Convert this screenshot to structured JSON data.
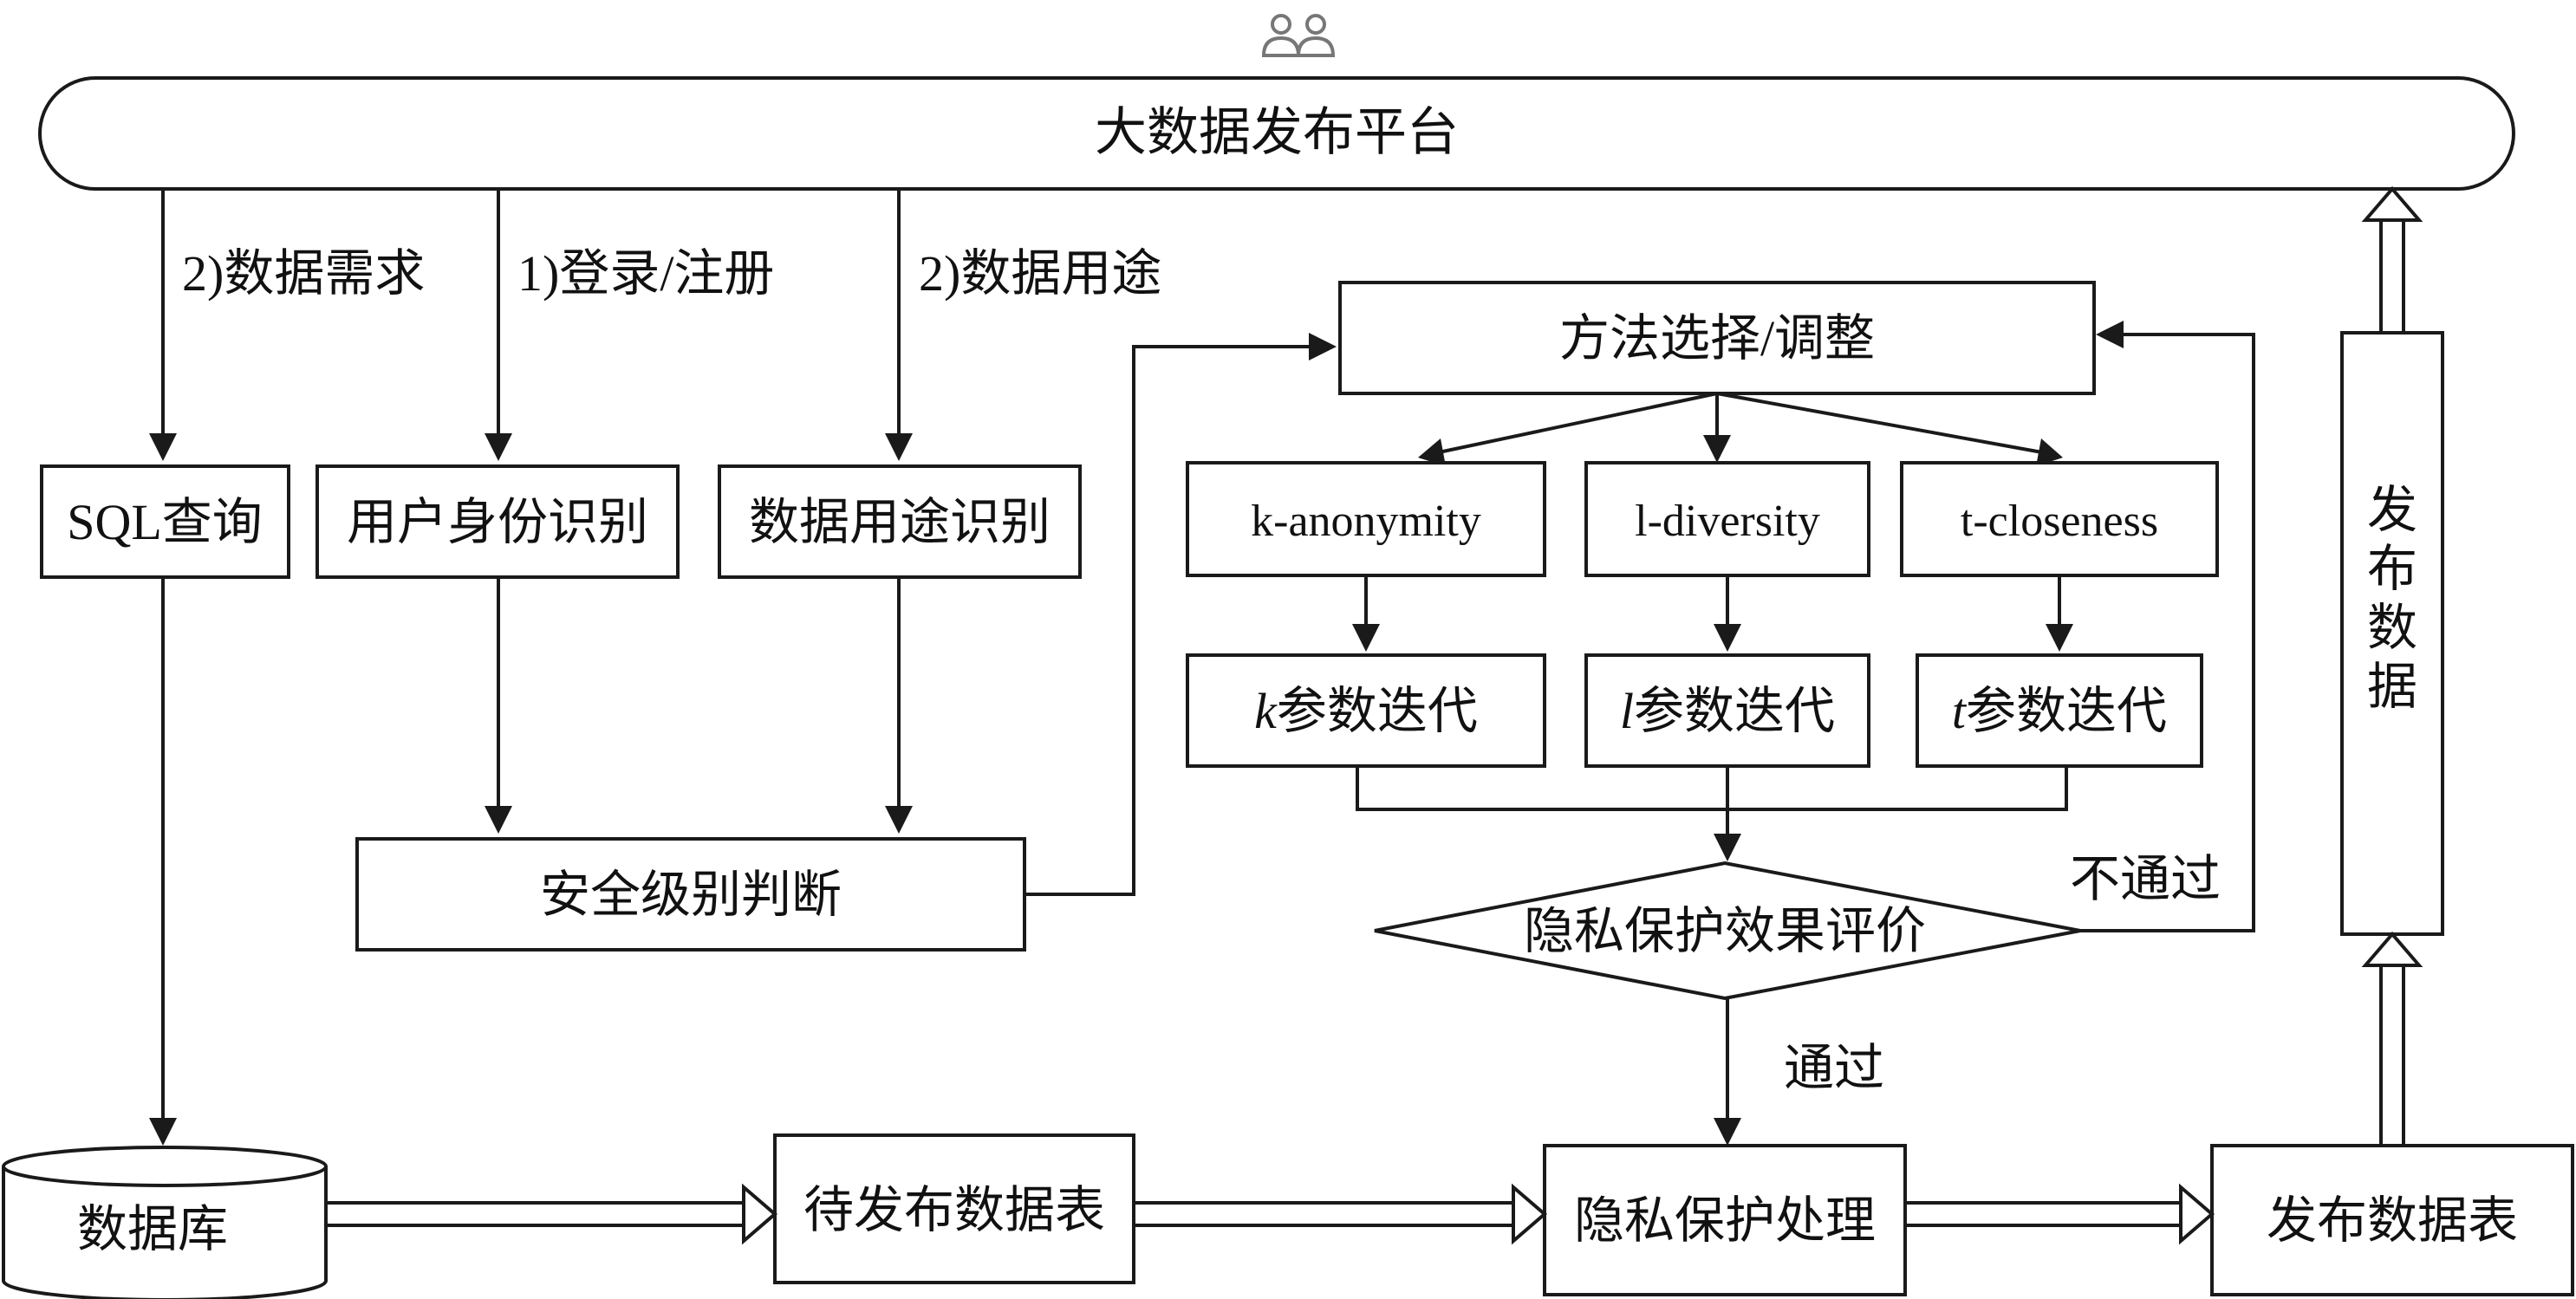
{
  "platform": {
    "title": "大数据发布平台",
    "icon": "users-icon"
  },
  "flows": {
    "data_demand": "2)数据需求",
    "login": "1)登录/注册",
    "data_usage": "2)数据用途",
    "fail": "不通过",
    "pass": "通过"
  },
  "boxes": {
    "sql_query": "SQL查询",
    "user_identity": "用户身份识别",
    "usage_identify": "数据用途识别",
    "security_level": "安全级别判断",
    "method_select": "方法选择/调整",
    "k_anonymity": "k-anonymity",
    "l_diversity": "l-diversity",
    "t_closeness": "t-closeness",
    "k_iter_param": "k",
    "l_iter_param": "l",
    "t_iter_param": "t",
    "iter_suffix": "参数迭代",
    "evaluation": "隐私保护效果评价",
    "database": "数据库",
    "pending_table": "待发布数据表",
    "privacy_process": "隐私保护处理",
    "publish_table": "发布数据表",
    "publish_data_vertical": [
      "发",
      "布",
      "数",
      "据"
    ]
  }
}
